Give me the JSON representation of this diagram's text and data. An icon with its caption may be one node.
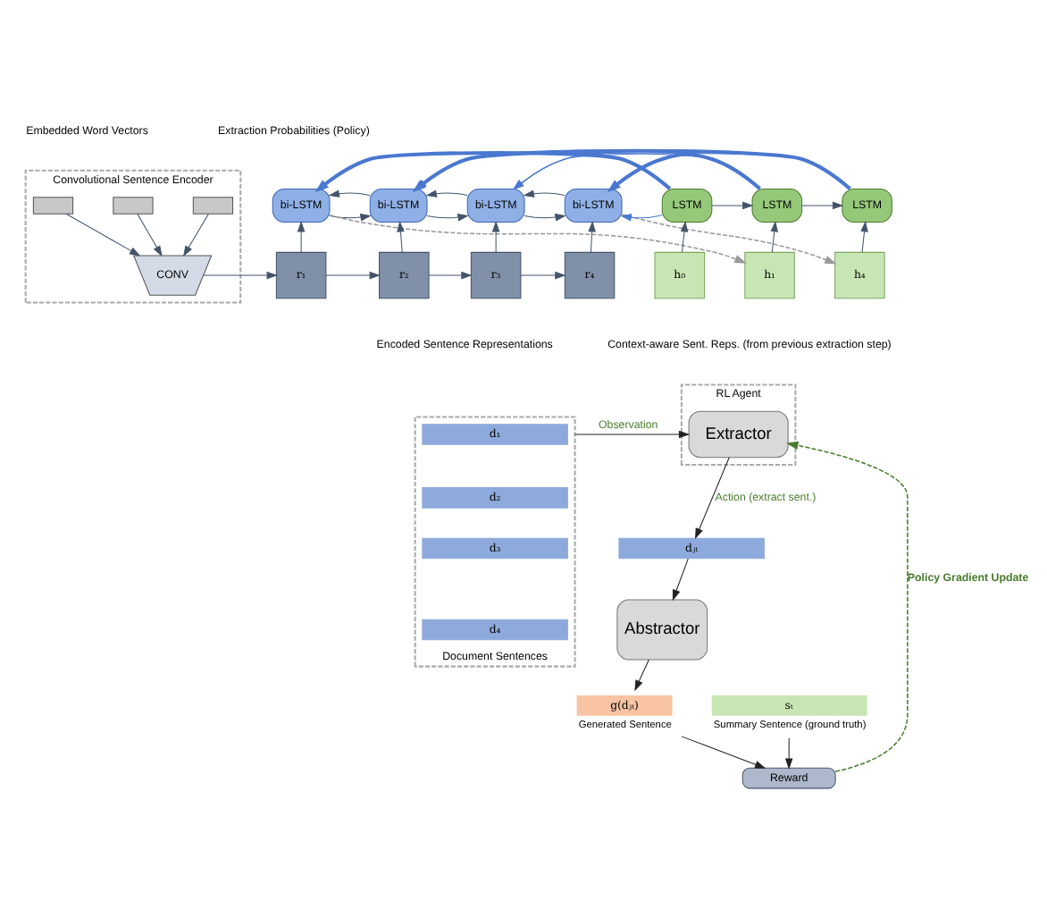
{
  "diagram": {
    "nodes": [
      {
        "text": [
          "Convolutional Sentence Encoder"
        ]
      },
      {
        "text": [],
        "shape": "box",
        "in": 0
      },
      {
        "text": [],
        "shape": "box",
        "in": 0
      },
      {
        "text": [],
        "shape": "box",
        "in": 0
      },
      {
        "text": [
          "CONV"
        ],
        "in": 0
      },
      {
        "text": [
          "bi-LSTM"
        ]
      },
      {
        "text": [
          "bi-LSTM"
        ]
      },
      {
        "text": [
          "bi-LSTM"
        ]
      },
      {
        "text": [
          "bi-LSTM"
        ]
      },
      {
        "text": [
          "r₁"
        ]
      },
      {
        "text": [
          "r₂"
        ]
      },
      {
        "text": [
          "r₃"
        ]
      },
      {
        "text": [
          "r₄"
        ]
      },
      {
        "text": [
          "LSTM"
        ]
      },
      {
        "text": [
          "LSTM"
        ]
      },
      {
        "text": [
          "LSTM"
        ]
      },
      {
        "text": [
          "h₀"
        ]
      },
      {
        "text": [
          "h₁"
        ]
      },
      {
        "text": [
          "h₄"
        ]
      },
      {
        "text": [
          "RL Agent"
        ]
      },
      {
        "text": [
          "Extractor"
        ],
        "in": 19
      },
      {
        "text": [
          "Document Sentences"
        ]
      },
      {
        "text": [
          "d₁"
        ],
        "in": 21
      },
      {
        "text": [
          "d₂"
        ],
        "in": 21
      },
      {
        "text": [
          "d₃"
        ],
        "in": 21
      },
      {
        "text": [
          "d₄"
        ],
        "in": 21
      },
      {
        "text": [
          "dⱼₜ"
        ]
      },
      {
        "text": [
          "Abstractor"
        ]
      },
      {
        "text": [
          "Reward"
        ]
      },
      {
        "text": [
          "sₜ"
        ],
        "beside": [
          "Summary Sentence (ground truth)"
        ]
      },
      {
        "text": [
          "g(dⱼₜ)"
        ],
        "beside": [
          "Generated Sentence"
        ]
      }
    ],
    "edges": [
      {
        "from": 1,
        "to": 4,
        "arrow": "to"
      },
      {
        "from": 2,
        "to": 4,
        "arrow": "to"
      },
      {
        "from": 3,
        "to": 4,
        "arrow": "to"
      },
      {
        "from": 4,
        "to": 9,
        "arrow": "to"
      },
      {
        "from": 9,
        "to": 10,
        "arrow": "to"
      },
      {
        "from": 10,
        "to": 11,
        "arrow": "to"
      },
      {
        "from": 11,
        "to": 12,
        "arrow": "to"
      },
      {
        "from": 9,
        "to": 5,
        "arrow": "to"
      },
      {
        "from": 10,
        "to": 6,
        "arrow": "to"
      },
      {
        "from": 11,
        "to": 7,
        "arrow": "to"
      },
      {
        "from": 12,
        "to": 8,
        "arrow": "to"
      },
      {
        "from": 5,
        "to": 6,
        "arrow": "to"
      },
      {
        "from": 6,
        "to": 7,
        "arrow": "to"
      },
      {
        "from": 7,
        "to": 8,
        "arrow": "to"
      },
      {
        "from": 6,
        "to": 5,
        "arrow": "to"
      },
      {
        "from": 7,
        "to": 6,
        "arrow": "to"
      },
      {
        "from": 8,
        "to": 7,
        "arrow": "to"
      },
      {
        "from": 16,
        "to": 13,
        "arrow": "to"
      },
      {
        "from": 17,
        "to": 14,
        "arrow": "to"
      },
      {
        "from": 18,
        "to": 15,
        "arrow": "to"
      },
      {
        "from": 13,
        "to": 14,
        "arrow": "to"
      },
      {
        "from": 14,
        "to": 15,
        "arrow": "to"
      },
      {
        "from": 13,
        "to": 5,
        "arrow": "to",
        "style": "thick",
        "color": "#4a78d0"
      },
      {
        "from": 13,
        "to": 6,
        "arrow": "to",
        "color": "#4a78d0"
      },
      {
        "from": 13,
        "to": 7,
        "arrow": "to",
        "color": "#4a78d0"
      },
      {
        "from": 13,
        "to": 8,
        "arrow": "to",
        "color": "#4a78d0"
      },
      {
        "from": 14,
        "to": 6,
        "arrow": "to",
        "color": "#4a78d0"
      },
      {
        "from": 14,
        "to": 7,
        "arrow": "to",
        "color": "#4a78d0"
      },
      {
        "from": 14,
        "to": 8,
        "arrow": "to",
        "style": "thick",
        "color": "#4a78d0"
      },
      {
        "from": 15,
        "to": 6,
        "arrow": "to",
        "style": "thick",
        "color": "#4a78d0"
      },
      {
        "from": 15,
        "to": 7,
        "arrow": "to",
        "color": "#4a78d0"
      },
      {
        "from": 5,
        "to": 17,
        "arrow": "to",
        "style": "dashed",
        "color": "#999999"
      },
      {
        "from": 8,
        "to": 18,
        "arrow": "to",
        "style": "dashed",
        "color": "#999999"
      },
      {
        "from": 21,
        "to": 20,
        "arrow": "to",
        "label": "Observation",
        "color": "#222222"
      },
      {
        "from": 20,
        "to": 26,
        "arrow": "to",
        "label": "Action (extract sent.)",
        "color": "#222222"
      },
      {
        "from": 26,
        "to": 27,
        "arrow": "to",
        "color": "#222222"
      },
      {
        "from": 27,
        "to": 30,
        "arrow": "to",
        "color": "#222222"
      },
      {
        "from": 29,
        "to": 28,
        "arrow": "to",
        "color": "#222222"
      },
      {
        "from": 30,
        "to": 28,
        "arrow": "to",
        "color": "#222222"
      },
      {
        "from": 28,
        "to": 20,
        "arrow": "to",
        "label": "Policy Gradient Update",
        "style": "dashed",
        "color": "#4a7c2e"
      }
    ],
    "labels": [
      "Extraction Probabilities (Policy)",
      "Embedded Word Vectors",
      "Encoded Sentence Representations",
      "Context-aware Sent. Reps. (from previous extraction step)"
    ]
  }
}
